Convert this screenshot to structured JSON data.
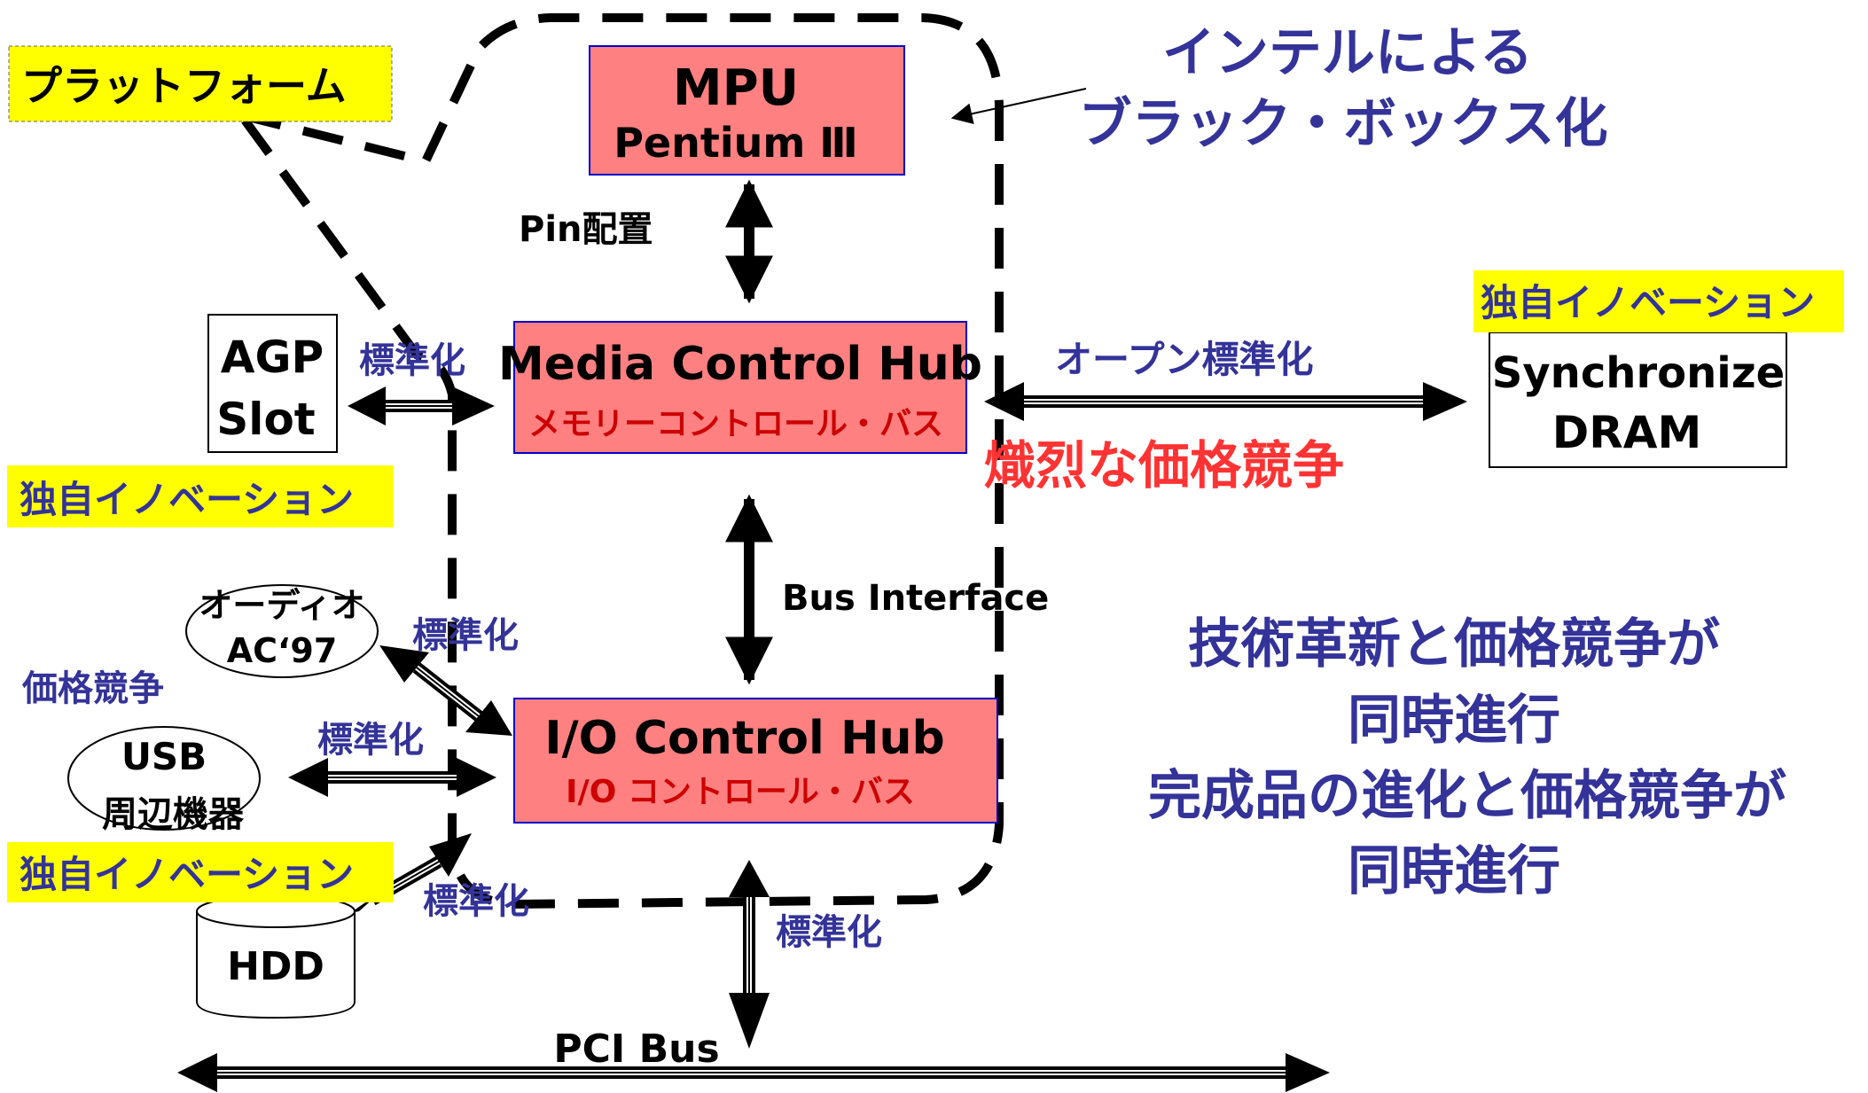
{
  "platform_label": "プラットフォーム",
  "blackbox_line1": "インテルによる",
  "blackbox_line2": "ブラック・ボックス化",
  "mpu": {
    "title": "MPU",
    "subtitle": "Pentium Ⅲ"
  },
  "pin_label": "Pin配置",
  "mch": {
    "title": "Media Control Hub",
    "subtitle": "メモリーコントロール・バス"
  },
  "ich": {
    "title": "I/O Control Hub",
    "subtitle": "I/O コントロール・バス"
  },
  "bus_interface": "Bus Interface",
  "agp": {
    "line1": "AGP",
    "line2": "Slot"
  },
  "sdram": {
    "line1": "Synchronize",
    "line2": "DRAM"
  },
  "innovation_label": "独自イノベーション",
  "standardization_label": "標準化",
  "open_standardization": "オープン標準化",
  "price_war_fierce": "熾烈な価格競争",
  "price_war": "価格競争",
  "audio": {
    "line1": "オーディオ",
    "line2": "AC‘97"
  },
  "usb": {
    "line1": "USB",
    "line2": "周辺機器"
  },
  "hdd": "HDD",
  "pci_bus": "PCI Bus",
  "summary": {
    "line1": "技術革新と価格競争が",
    "line2": "同時進行",
    "line3": "完成品の進化と価格競争が",
    "line4": "同時進行"
  },
  "colors": {
    "box_fill": "#ff8080",
    "box_border": "#0000cc",
    "label_fill": "#ffff00",
    "blue_text": "#333399",
    "red_text": "#ff3333",
    "black": "#000000"
  }
}
